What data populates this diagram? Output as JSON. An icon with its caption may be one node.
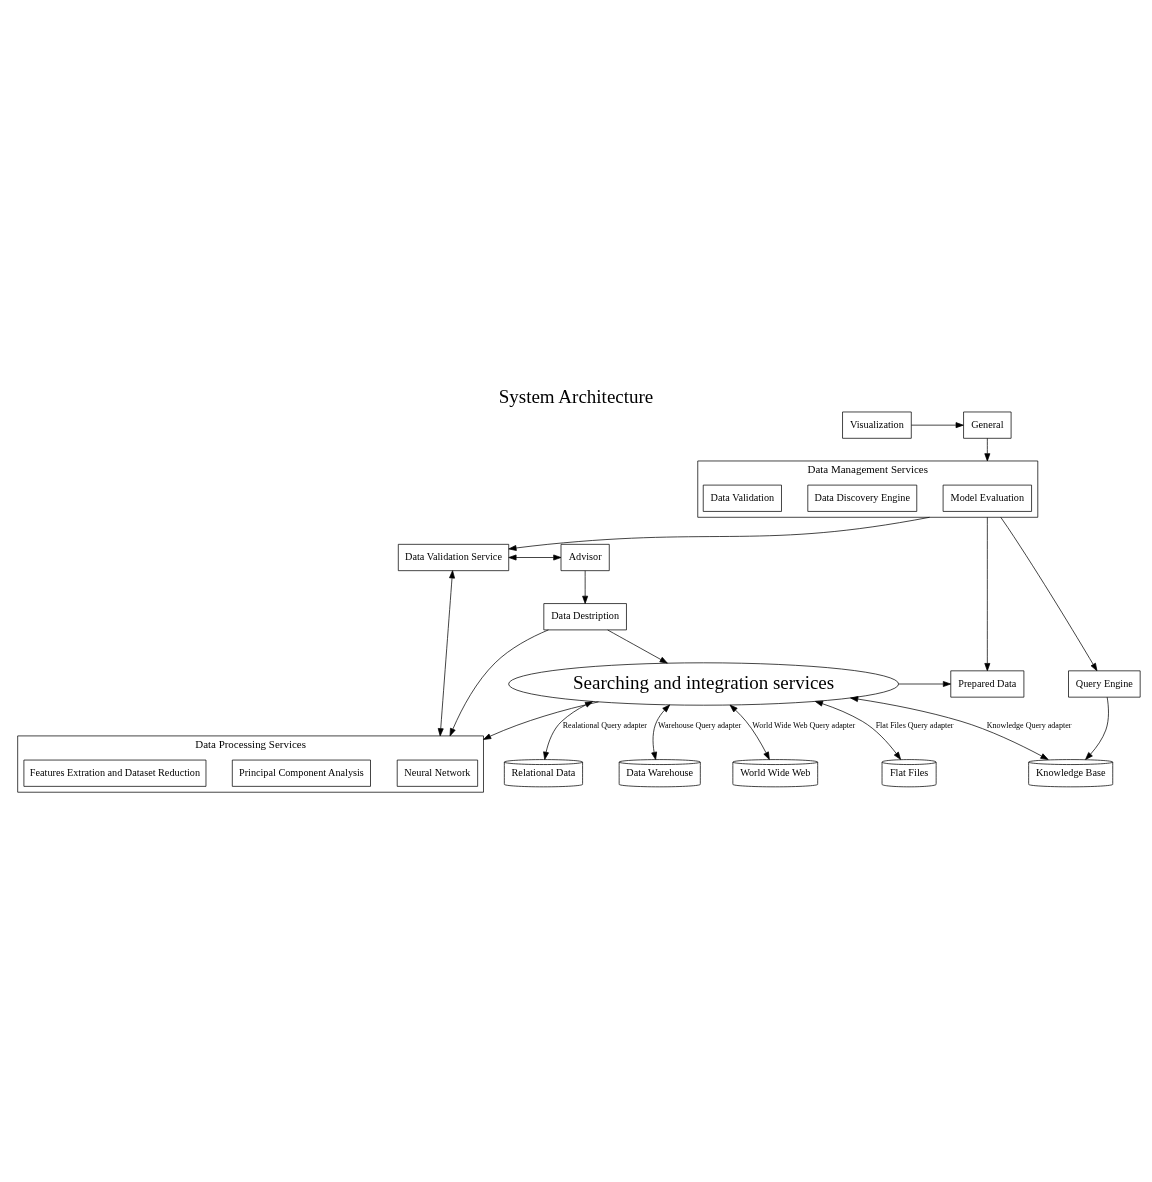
{
  "diagram": {
    "title": "System Architecture",
    "nodes": [
      {
        "text": [
          "Visualization"
        ]
      },
      {
        "text": [
          "General"
        ]
      },
      {
        "text": [
          "Advisor"
        ]
      },
      {
        "text": [
          "Data Validation Service"
        ]
      },
      {
        "text": [
          "Data Processing Services"
        ]
      },
      {
        "text": [
          "Neural Network"
        ],
        "in": 4
      },
      {
        "text": [
          "Principal Component Analysis"
        ],
        "in": 4
      },
      {
        "text": [
          "Features Extration and Dataset Reduction"
        ],
        "in": 4
      },
      {
        "text": [
          "Data Management Services"
        ]
      },
      {
        "text": [
          "Model Evaluation"
        ],
        "in": 8
      },
      {
        "text": [
          "Data Discovery Engine"
        ],
        "in": 8
      },
      {
        "text": [
          "Data Validation"
        ],
        "in": 8
      },
      {
        "text": [
          "Data Destription"
        ]
      },
      {
        "text": [
          "Searching and integration services"
        ]
      },
      {
        "text": [
          "Prepared Data"
        ]
      },
      {
        "text": [
          "Query Engine"
        ]
      },
      {
        "text": [
          "Relational Data"
        ]
      },
      {
        "text": [
          "Data Warehouse"
        ]
      },
      {
        "text": [
          "World Wide Web"
        ]
      },
      {
        "text": [
          "Flat Files"
        ]
      },
      {
        "text": [
          "Knowledge Base"
        ]
      }
    ],
    "edges": [
      {
        "from": 0,
        "to": 1,
        "arrow": "to"
      },
      {
        "from": 1,
        "to": 8,
        "arrow": "to"
      },
      {
        "from": 8,
        "to": 3,
        "arrow": "to"
      },
      {
        "from": 2,
        "to": 3,
        "arrow": "both"
      },
      {
        "from": 3,
        "to": 4,
        "arrow": "both"
      },
      {
        "from": 2,
        "to": 12,
        "arrow": "to"
      },
      {
        "from": 12,
        "to": 4,
        "arrow": "to"
      },
      {
        "from": 12,
        "to": 13,
        "arrow": "to"
      },
      {
        "from": 13,
        "to": 4,
        "arrow": "to"
      },
      {
        "from": 8,
        "to": 14,
        "arrow": "to"
      },
      {
        "from": 8,
        "to": 15,
        "arrow": "to"
      },
      {
        "from": 13,
        "to": 14,
        "arrow": "to"
      },
      {
        "from": 15,
        "to": 20,
        "arrow": "to"
      },
      {
        "from": 13,
        "to": 16,
        "arrow": "both",
        "label": "Realational Query adapter"
      },
      {
        "from": 13,
        "to": 17,
        "arrow": "both",
        "label": "Warehouse Query adapter"
      },
      {
        "from": 13,
        "to": 18,
        "arrow": "both",
        "label": "World Wide Web Query adapter"
      },
      {
        "from": 13,
        "to": 19,
        "arrow": "both",
        "label": "Flat Files Query adapter"
      },
      {
        "from": 13,
        "to": 20,
        "arrow": "both",
        "label": "Knowledge Query adapter"
      }
    ]
  }
}
